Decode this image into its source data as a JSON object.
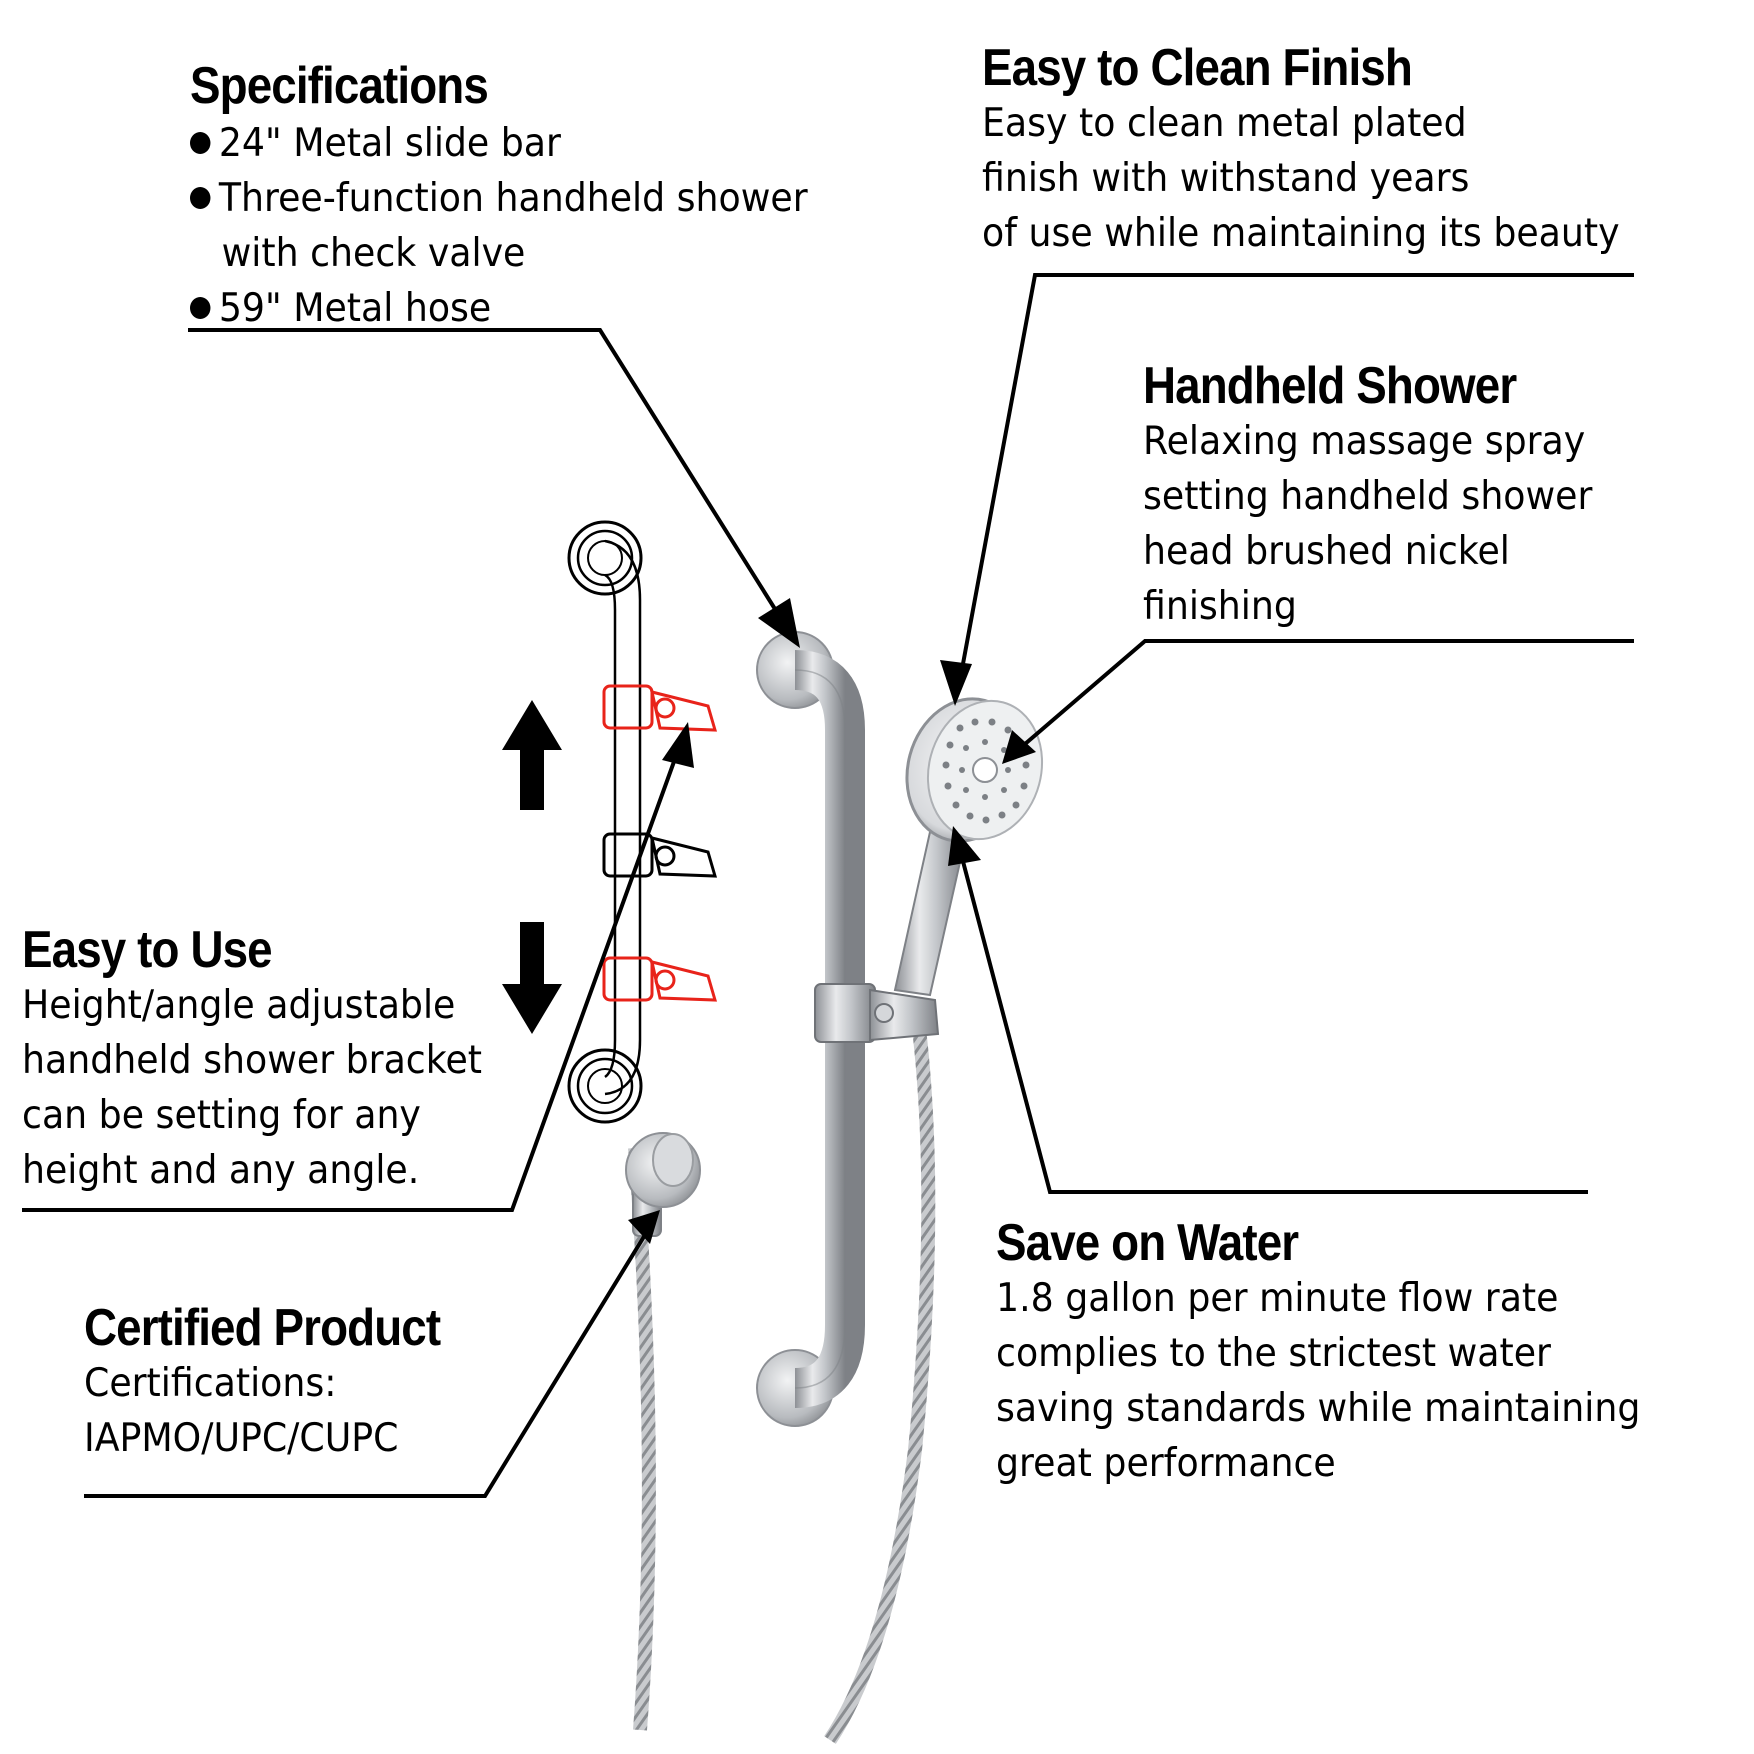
{
  "specifications": {
    "heading": "Specifications",
    "items": [
      "24\"  Metal slide bar",
      "Three-function handheld shower",
      "with check valve",
      "59\"  Metal hose"
    ]
  },
  "easy_clean": {
    "heading": "Easy to Clean Finish",
    "lines": [
      "Easy to clean metal plated",
      "finish with withstand years",
      "of use while maintaining its beauty"
    ]
  },
  "handheld": {
    "heading": "Handheld Shower",
    "lines": [
      "Relaxing massage spray",
      "setting handheld shower",
      "head brushed nickel",
      "finishing"
    ]
  },
  "easy_use": {
    "heading": "Easy to Use",
    "lines": [
      "Height/angle adjustable",
      "handheld shower bracket",
      "can be setting for any",
      "height  and any angle."
    ]
  },
  "certified": {
    "heading": "Certified Product",
    "lines": [
      "Certifications:",
      "IAPMO/UPC/CUPC"
    ]
  },
  "save_water": {
    "heading": "Save on Water",
    "lines": [
      "1.8 gallon per minute flow rate",
      "complies to the strictest water",
      "saving standards while maintaining",
      "great performance"
    ]
  },
  "colors": {
    "bracket_highlight": "#e8231a",
    "leader_lines": "#000000",
    "metal": "#b9bcc0"
  }
}
